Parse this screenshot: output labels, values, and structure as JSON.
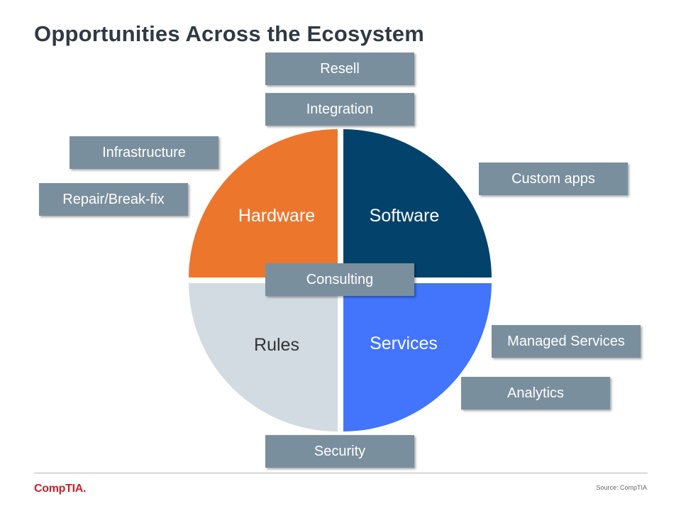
{
  "title": "Opportunities Across the Ecosystem",
  "quadrants": {
    "hardware": {
      "label": "Hardware",
      "color": "#ed762d",
      "text_color": "#ffffff"
    },
    "software": {
      "label": "Software",
      "color": "#03426b",
      "text_color": "#ffffff"
    },
    "rules": {
      "label": "Rules",
      "color": "#d2dbe2",
      "text_color": "#333333"
    },
    "services": {
      "label": "Services",
      "color": "#4274fc",
      "text_color": "#ffffff"
    }
  },
  "boxes": {
    "resell": "Resell",
    "integration": "Integration",
    "infrastructure": "Infrastructure",
    "repair": "Repair/Break-fix",
    "custom_apps": "Custom apps",
    "consulting": "Consulting",
    "managed_services": "Managed Services",
    "analytics": "Analytics",
    "security": "Security"
  },
  "box_color": "#7a8f9e",
  "footer": {
    "logo": "CompTIA.",
    "source": "Source: CompTIA"
  }
}
